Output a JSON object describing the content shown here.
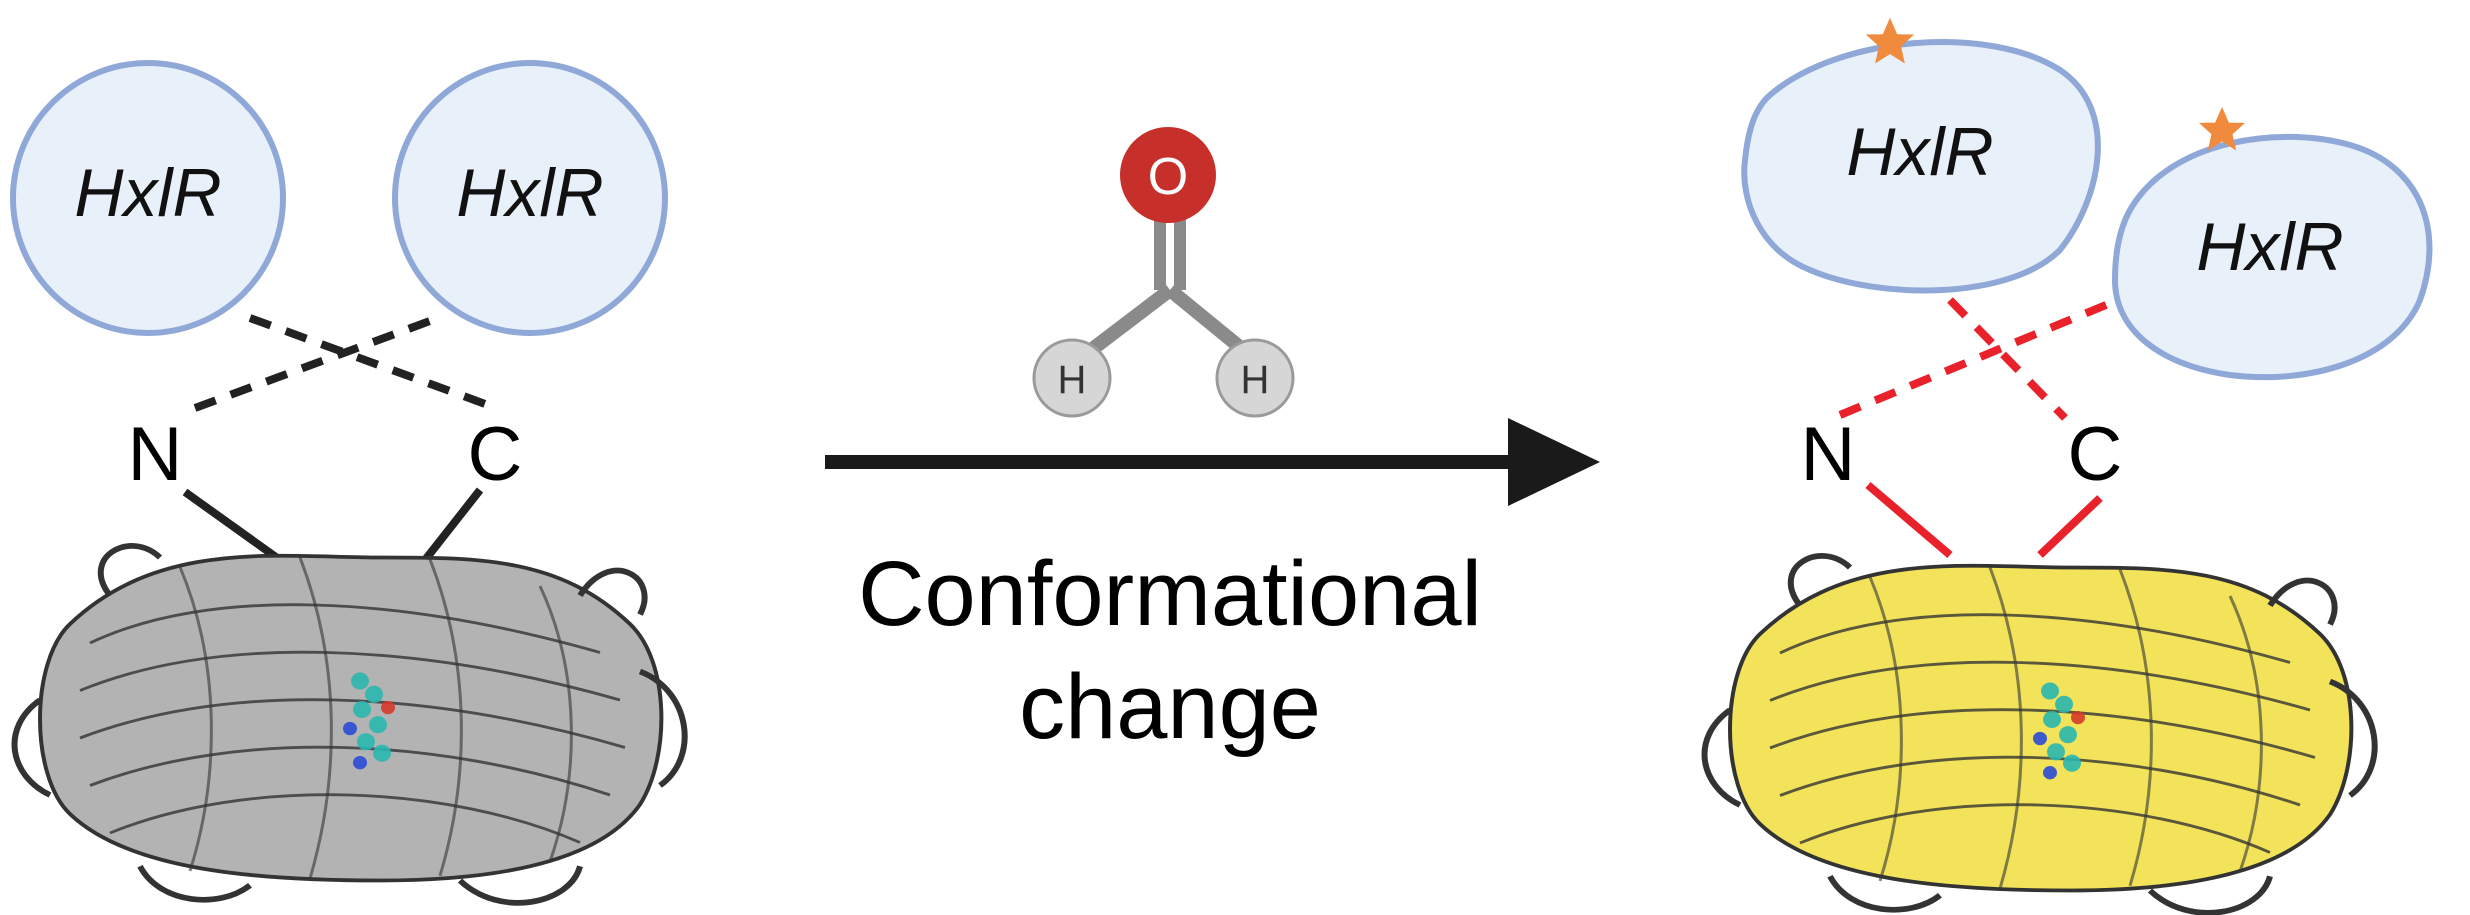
{
  "domain_label": "HxlR",
  "terminus_n": "N",
  "terminus_c": "C",
  "molecule": {
    "oxygen": "O",
    "hydrogen": "H"
  },
  "caption": {
    "line1": "Conformational",
    "line2": "change"
  },
  "colors": {
    "domain_fill": "#e8f0fa",
    "domain_stroke": "#8fa8d8",
    "linker_before": "#222222",
    "linker_after": "#e8212a",
    "protein_before": "#b3b3b3",
    "protein_after": "#f2e35a",
    "star": "#f08a3c",
    "oxygen": "#c7302a",
    "hydrogen": "#d6d6d6",
    "arrow": "#1a1a1a"
  },
  "icons": [
    "star-icon",
    "formaldehyde-icon",
    "beta-barrel-protein-icon",
    "reaction-arrow-icon"
  ]
}
